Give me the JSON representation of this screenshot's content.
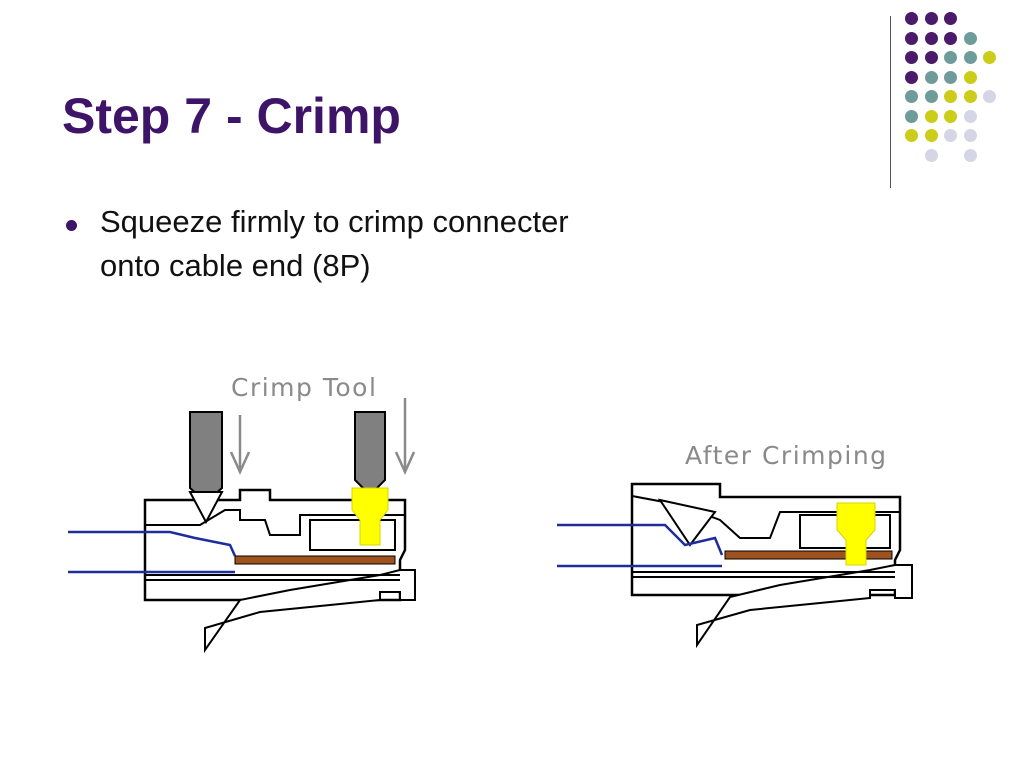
{
  "slide": {
    "title": "Step 7 - Crimp",
    "bullets": [
      {
        "line1": "Squeeze firmly to crimp connecter",
        "line2": "onto cable end (8P)"
      }
    ]
  },
  "diagram": {
    "labels": {
      "crimp_tool": "Crimp Tool",
      "after_crimping": "After Crimping"
    }
  },
  "colors": {
    "title": "#3d1467",
    "bullet": "#3d1467",
    "dot_purple": "#4b1a6b",
    "dot_teal": "#6f9c9a",
    "dot_yellow": "#cccc1a",
    "dot_lavender": "#d5d5e6",
    "tool_gray": "#808080",
    "contact_yellow": "#ffff00",
    "conductor_brown": "#a0521e",
    "wire_blue": "#1f2d9c"
  }
}
